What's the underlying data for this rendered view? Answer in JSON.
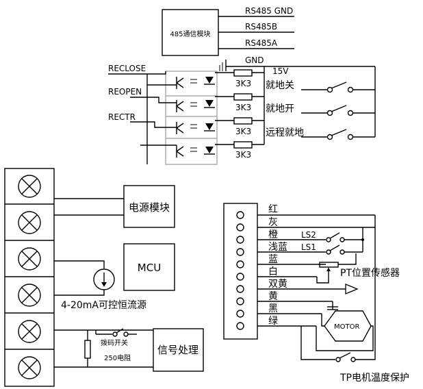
{
  "rs485_module": {
    "title": "485通信模块",
    "pins": [
      "RS485 GND",
      "RS485B",
      "RS485A"
    ]
  },
  "optocoupler": {
    "gnd_label": "GND",
    "supply_label": "15V",
    "signals": [
      "RECLOSE",
      "REOPEN",
      "RECTR"
    ],
    "resistors": [
      "3K3",
      "3K3",
      "3K3",
      "3K3"
    ],
    "switch_labels": [
      "就地关",
      "就地开",
      "远程就地"
    ]
  },
  "left_panel": {
    "power_module": "电源模块",
    "mcu": "MCU",
    "current_source": "4-20mA可控恒流源",
    "dip_switch": "拨码开关",
    "resistor": "250电阻",
    "signal_processing": "信号处理"
  },
  "connector": {
    "wires": [
      "红",
      "灰",
      "橙",
      "浅蓝",
      "蓝",
      "白",
      "双黄",
      "黄",
      "黑",
      "绿"
    ],
    "limit_switches": [
      "LS2",
      "LS1"
    ],
    "pt_sensor": "PT位置传感器",
    "motor": "MOTOR",
    "thermal_protection": "TP电机温度保护"
  }
}
